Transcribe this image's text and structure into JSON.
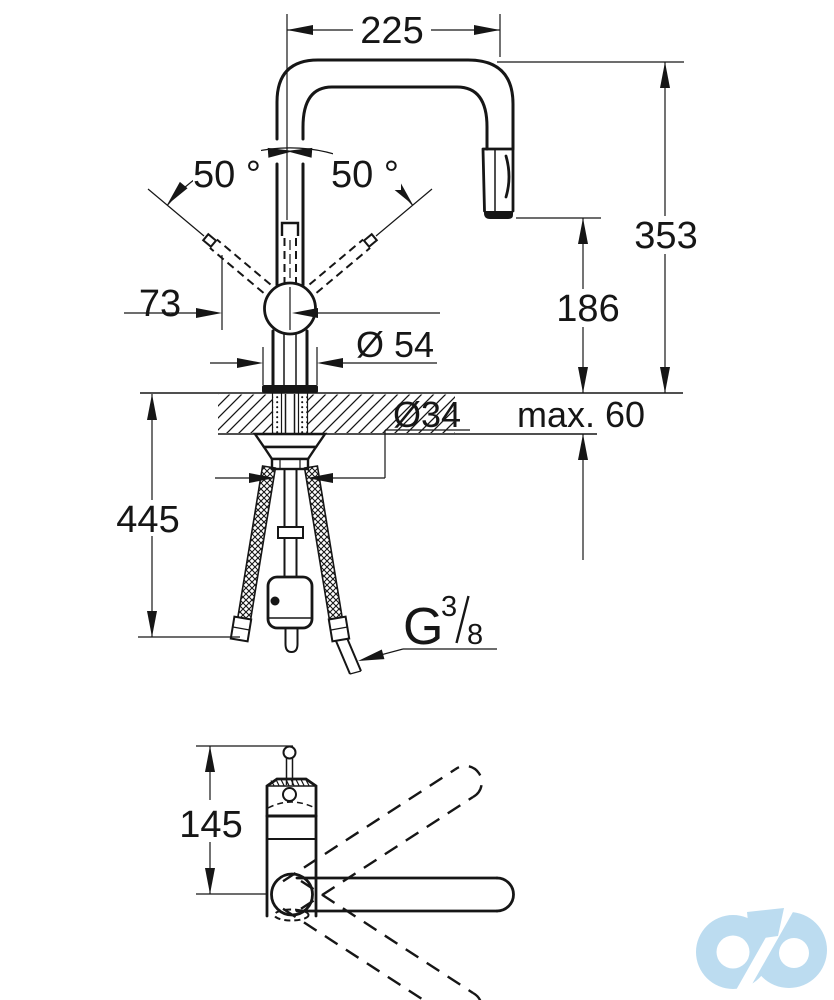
{
  "title": "kitchen-faucet-dimension-drawing",
  "dimensions": {
    "spout_reach": "225",
    "swivel_angle_left": "50 °",
    "swivel_angle_right": "50 °",
    "lever_projection": "73",
    "spout_height_total": "353",
    "outlet_height": "186",
    "body_diameter": "Ø 54",
    "hole_diameter": "Ø34",
    "mounting_thickness": "max. 60",
    "hose_length": "445",
    "swivel_body_height": "145"
  },
  "thread": {
    "letter": "G",
    "numerator": "3",
    "denominator": "8",
    "full": "G 3/8"
  },
  "watermark": {
    "name": "co-infinity-logo",
    "color": "#bcdcf0"
  },
  "ink": "#161616"
}
